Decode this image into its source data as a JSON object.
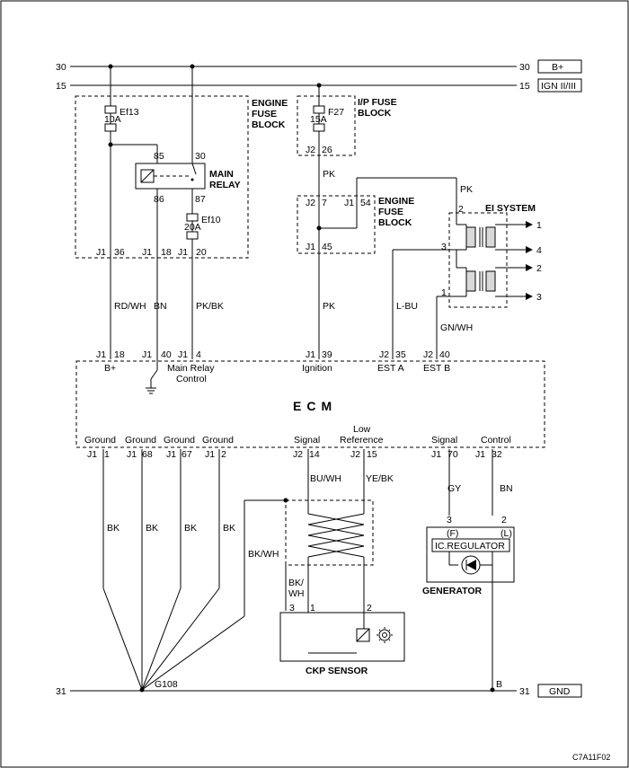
{
  "rails": {
    "b_plus": {
      "left": "30",
      "right": "30",
      "tag": "B+"
    },
    "ign": {
      "left": "15",
      "right": "15",
      "tag": "IGN II/III"
    },
    "gnd": {
      "left": "31",
      "right": "31",
      "tag": "GND"
    }
  },
  "engine_fuse_block_1": {
    "title1": "ENGINE",
    "title2": "FUSE",
    "title3": "BLOCK"
  },
  "ip_fuse_block": {
    "title1": "I/P FUSE",
    "title2": "BLOCK",
    "fuse_name": "F27",
    "fuse_rating": "15A",
    "conn_j": "J2",
    "conn_pin": "26"
  },
  "engine_fuse_block_2": {
    "title1": "ENGINE",
    "title2": "FUSE",
    "title3": "BLOCK",
    "j2": "J2",
    "pin7": "7",
    "j1": "J1",
    "pin54": "54",
    "j1b": "J1",
    "pin45": "45"
  },
  "fuses": {
    "ef13": {
      "name": "Ef13",
      "rating": "10A"
    },
    "ef10": {
      "name": "Ef10",
      "rating": "20A"
    }
  },
  "main_relay": {
    "title1": "MAIN",
    "title2": "RELAY",
    "pin85": "85",
    "pin30": "30",
    "pin86": "86",
    "pin87": "87"
  },
  "fuse_block_pins": {
    "j1a": "J1",
    "p36": "36",
    "j1b": "J1",
    "p18": "18",
    "j1c": "J1",
    "p20": "20"
  },
  "ei_system": {
    "title": "EI SYSTEM",
    "in2": "2",
    "in3": "3",
    "in1": "1",
    "out1": "1",
    "out4": "4",
    "out2": "2",
    "out3": "3"
  },
  "wires": {
    "rd_wh": "RD/WH",
    "bn": "BN",
    "pk_bk": "PK/BK",
    "pk_top": "PK",
    "pk_right": "PK",
    "pk_mid": "PK",
    "l_bu": "L-BU",
    "gn_wh": "GN/WH",
    "bk1": "BK",
    "bk2": "BK",
    "bk3": "BK",
    "bk4": "BK",
    "bk_wh": "BK/WH",
    "bu_wh": "BU/WH",
    "ye_bk": "YE/BK",
    "bk_wh2a": "BK/",
    "bk_wh2b": "WH",
    "gy": "GY",
    "bn2": "BN"
  },
  "ecm": {
    "title": "ECM",
    "top_pins": [
      {
        "j": "J1",
        "pin": "18",
        "label": "B+"
      },
      {
        "j": "J1",
        "pin": "40",
        "label": ""
      },
      {
        "j": "J1",
        "pin": "4",
        "label": "Main Relay",
        "label2": "Control"
      },
      {
        "j": "J1",
        "pin": "39",
        "label": "Ignition"
      },
      {
        "j": "J2",
        "pin": "35",
        "label": "EST A"
      },
      {
        "j": "J2",
        "pin": "40",
        "label": "EST B"
      }
    ],
    "bottom_pins": [
      {
        "j": "J1",
        "pin": "1",
        "label": "Ground"
      },
      {
        "j": "J1",
        "pin": "68",
        "label": "Ground"
      },
      {
        "j": "J1",
        "pin": "67",
        "label": "Ground"
      },
      {
        "j": "J1",
        "pin": "2",
        "label": "Ground"
      },
      {
        "j": "J2",
        "pin": "14",
        "label": "Signal"
      },
      {
        "j": "J2",
        "pin": "15",
        "label": "Low",
        "label2": "Reference"
      },
      {
        "j": "J1",
        "pin": "70",
        "label": "Signal"
      },
      {
        "j": "J1",
        "pin": "32",
        "label": "Control"
      }
    ]
  },
  "generator": {
    "title": "GENERATOR",
    "regulator": "IC.REGULATOR",
    "pin3": "3",
    "pin2": "2",
    "f": "(F)",
    "l": "(L)"
  },
  "ckp_sensor": {
    "title": "CKP SENSOR",
    "pin3": "3",
    "pin1": "1",
    "pin2": "2"
  },
  "ground": {
    "g108": "G108",
    "b": "B"
  },
  "figure_code": "C7A11F02"
}
